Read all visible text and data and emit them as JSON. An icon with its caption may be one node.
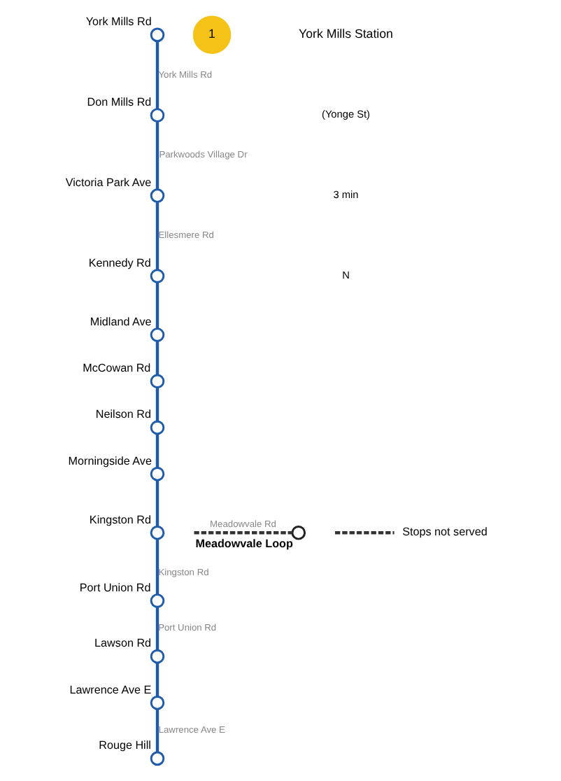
{
  "diagram": {
    "nodes": [
      {
        "text": [],
        "shape": "circle",
        "beside": [
          "York Mills Rd"
        ]
      },
      {
        "text": [],
        "shape": "circle",
        "beside": [
          "Don Mills Rd"
        ]
      },
      {
        "text": [],
        "shape": "circle",
        "beside": [
          "Victoria Park Ave"
        ]
      },
      {
        "text": [],
        "shape": "circle",
        "beside": [
          "Kennedy Rd"
        ]
      },
      {
        "text": [],
        "shape": "circle",
        "beside": [
          "Midland Ave"
        ]
      },
      {
        "text": [],
        "shape": "circle",
        "beside": [
          "McCowan Rd"
        ]
      },
      {
        "text": [],
        "shape": "circle",
        "beside": [
          "Neilson Rd"
        ]
      },
      {
        "text": [],
        "shape": "circle",
        "beside": [
          "Morningside Ave"
        ]
      },
      {
        "text": [],
        "shape": "circle",
        "beside": [
          "Meadowvale Loop"
        ]
      },
      {
        "text": [],
        "shape": "circle",
        "beside": [
          "Kingston Rd"
        ]
      },
      {
        "text": [],
        "shape": "circle",
        "beside": [
          "Lawrence Ave E"
        ]
      },
      {
        "text": [],
        "shape": "circle",
        "beside": [
          "Lawson Rd"
        ]
      },
      {
        "text": [],
        "shape": "circle",
        "beside": [
          "Port Union Rd"
        ]
      },
      {
        "text": [],
        "shape": "circle",
        "beside": [
          "Rouge Hill"
        ]
      }
    ],
    "edges": [
      {
        "from": 0,
        "to": 1,
        "arrow": "none",
        "label": "York Mills Rd"
      },
      {
        "from": 1,
        "to": 2,
        "arrow": "none",
        "label": "Parkwoods Village Dr"
      },
      {
        "from": 2,
        "to": 3,
        "arrow": "none",
        "label": "Ellesmere Rd"
      },
      {
        "from": 3,
        "to": 4,
        "arrow": "none"
      },
      {
        "from": 4,
        "to": 5,
        "arrow": "none"
      },
      {
        "from": 5,
        "to": 6,
        "arrow": "none"
      },
      {
        "from": 6,
        "to": 7,
        "arrow": "none"
      },
      {
        "from": 7,
        "to": 9,
        "arrow": "none"
      },
      {
        "from": null,
        "to": 8,
        "arrow": "none",
        "label": "Meadowvale Rd",
        "style": "dashed",
        "color": "#333333"
      },
      {
        "from": 9,
        "to": 12,
        "arrow": "none",
        "label": "Kingston Rd"
      },
      {
        "from": 12,
        "to": 11,
        "arrow": "none",
        "label": "Port Union Rd"
      },
      {
        "from": 11,
        "to": 10,
        "arrow": "none"
      },
      {
        "from": 10,
        "to": 13,
        "arrow": "none",
        "label": "Lawrence Ave E"
      }
    ],
    "labels": [
      "1",
      "York Mills Station",
      "(Yonge St)",
      "3 min",
      "N"
    ],
    "legend": [
      {
        "text": "Stops not served"
      }
    ]
  }
}
